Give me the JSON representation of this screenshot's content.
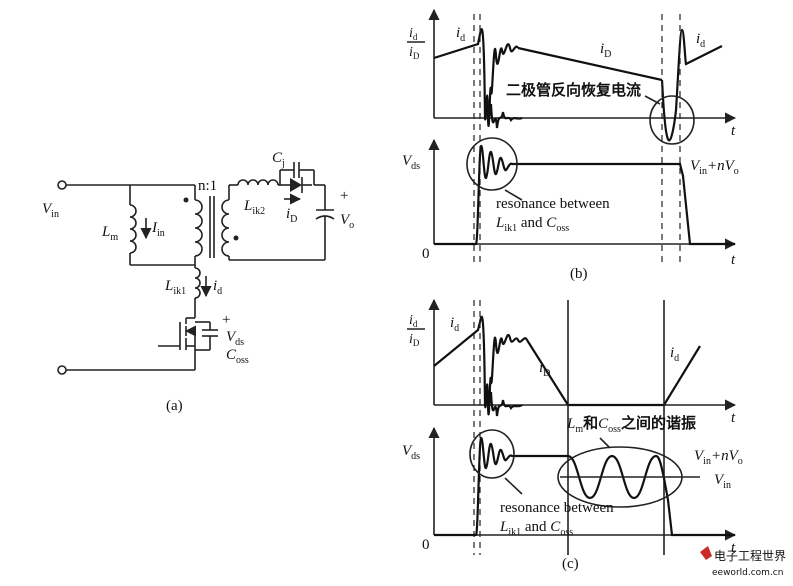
{
  "panel_a": {
    "caption": "(a)",
    "vin_label": "V",
    "vin_sub": "in",
    "lm_label": "L",
    "lm_sub": "m",
    "iin_label": "I",
    "iin_sub": "in",
    "ratio_label": "n:1",
    "cj_label": "C",
    "cj_sub": "j",
    "lik2_label": "L",
    "lik2_sub": "ik2",
    "iD_label": "i",
    "iD_sub": "D",
    "vo_label": "V",
    "vo_sub": "o",
    "plus_out": "+",
    "lik1_label": "L",
    "lik1_sub": "ik1",
    "id_label": "i",
    "id_sub": "d",
    "plus_sw": "+",
    "vds_label": "V",
    "vds_sub": "ds",
    "coss_label": "C",
    "coss_sub": "oss"
  },
  "panel_b": {
    "caption": "(b)",
    "yfrac_num": "i",
    "yfrac_num_sub": "d",
    "yfrac_den": "i",
    "yfrac_den_sub": "D",
    "id_label": "i",
    "id_sub": "d",
    "iD_label": "i",
    "iD_sub": "D",
    "id_right_label": "i",
    "id_right_sub": "d",
    "recovery_note": "二极管反向恢复电流",
    "t_top": "t",
    "vds_label": "V",
    "vds_sub": "ds",
    "level_label": "V",
    "level_sub": "in",
    "level_mid": "+nV",
    "level_sub2": "o",
    "res_line1": "resonance between",
    "res_L": "L",
    "res_L_sub": "ik1",
    "res_and": " and ",
    "res_C": "C",
    "res_C_sub": "oss",
    "zero": "0",
    "t_bottom": "t"
  },
  "panel_c": {
    "caption": "(c)",
    "yfrac_num": "i",
    "yfrac_num_sub": "d",
    "yfrac_den": "i",
    "yfrac_den_sub": "D",
    "id_label": "i",
    "id_sub": "d",
    "iD_label": "i",
    "iD_sub": "D",
    "id_right_label": "i",
    "id_right_sub": "d",
    "t_top": "t",
    "lm_res_L": "L",
    "lm_res_L_sub": "m",
    "lm_res_he": "和",
    "lm_res_C": "C",
    "lm_res_C_sub": "oss",
    "lm_res_rest": "之间的谐振",
    "vds_label": "V",
    "vds_sub": "ds",
    "level_label": "V",
    "level_sub": "in",
    "level_mid": "+nV",
    "level_sub2": "o",
    "vin_label": "V",
    "vin_sub": "in",
    "res_line1": "resonance between",
    "res_L": "L",
    "res_L_sub": "ik1",
    "res_and": " and ",
    "res_C": "C",
    "res_C_sub": "oss",
    "zero": "0",
    "t_bottom": "t"
  },
  "watermark": {
    "main": "电子工程世界",
    "url": "eeworld.com.cn"
  }
}
